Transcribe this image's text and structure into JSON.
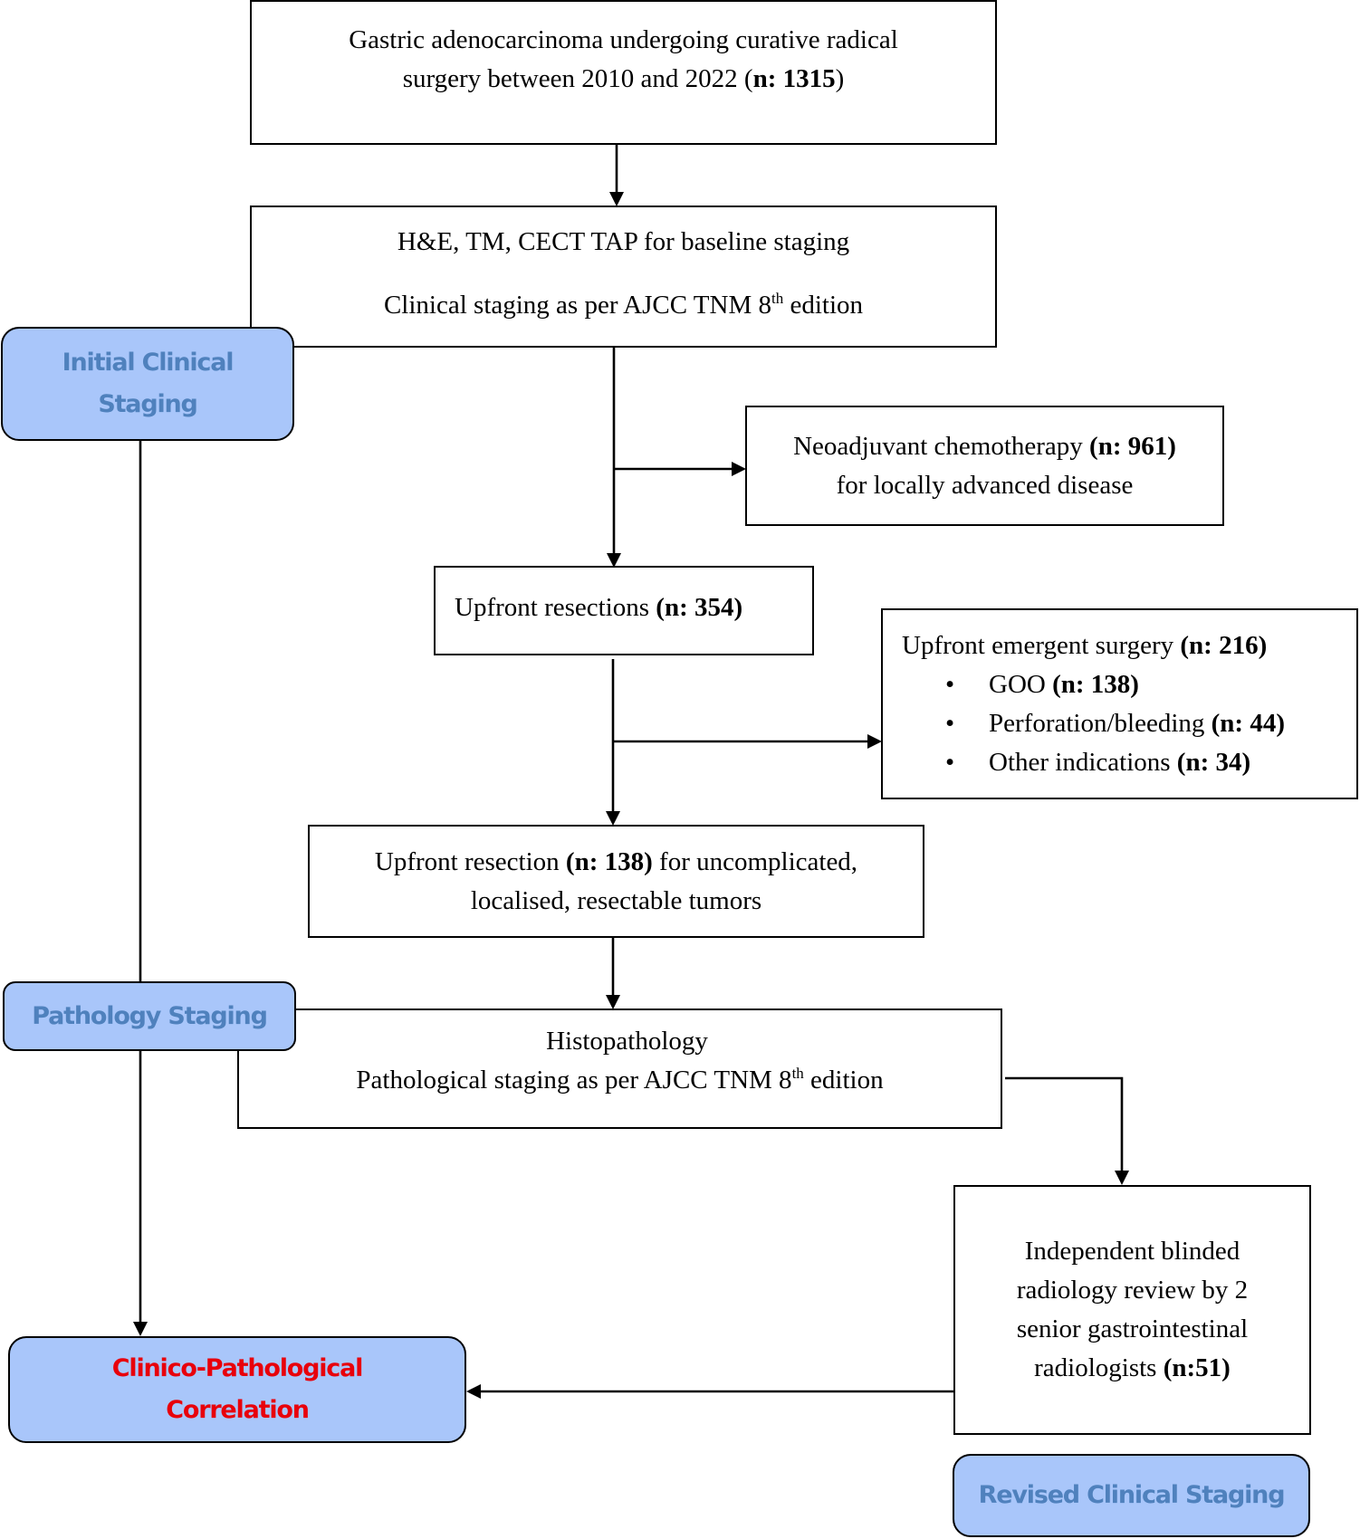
{
  "diagram": {
    "type": "flowchart",
    "boxes": {
      "cohort": {
        "line1": "Gastric adenocarcinoma undergoing curative radical",
        "line2_pre": "surgery between 2010 and 2022 (",
        "line2_bold": "n: 1315",
        "line2_post": ")"
      },
      "baseline": {
        "line1": "H&E, TM, CECT TAP for baseline staging",
        "line2_pre": "Clinical staging as per AJCC TNM 8",
        "line2_sup": "th",
        "line2_post": " edition"
      },
      "neoadjuvant": {
        "line1_pre": "Neoadjuvant chemotherapy ",
        "line1_bold": "(n: 961)",
        "line2": "for locally advanced disease"
      },
      "upfront": {
        "text_pre": "Upfront resections ",
        "text_bold": "(n: 354)"
      },
      "emergent": {
        "title_pre": "Upfront emergent surgery ",
        "title_bold": "(n: 216)",
        "bullet": "•",
        "items": [
          {
            "label": "GOO ",
            "count": "(n: 138)"
          },
          {
            "label": "Perforation/bleeding ",
            "count": "(n: 44)"
          },
          {
            "label": "Other indications ",
            "count": "(n: 34)"
          }
        ]
      },
      "uncomplicated": {
        "line1_pre": "Upfront resection ",
        "line1_bold": "(n: 138)",
        "line1_post": " for uncomplicated,",
        "line2": "localised, resectable tumors"
      },
      "histopathology": {
        "line1": "Histopathology",
        "line2_pre": "Pathological staging as per AJCC TNM 8",
        "line2_sup": "th",
        "line2_post": " edition"
      },
      "review": {
        "line1": "Independent blinded",
        "line2": "radiology review by 2",
        "line3": "senior gastrointestinal",
        "line4_pre": "radiologists ",
        "line4_bold": "(n:51)"
      }
    },
    "stage_labels": {
      "initial": {
        "line1": "Initial Clinical",
        "line2": "Staging"
      },
      "pathology": {
        "line1": "Pathology Staging"
      },
      "correlation": {
        "line1": "Clinico-Pathological",
        "line2": "Correlation"
      },
      "revised": {
        "line1": "Revised Clinical Staging"
      }
    },
    "colors": {
      "stage_fill": "#a9c6fa",
      "stage_text": "#4f81bd",
      "correlation_text": "#e8000b",
      "line": "#000000"
    }
  }
}
